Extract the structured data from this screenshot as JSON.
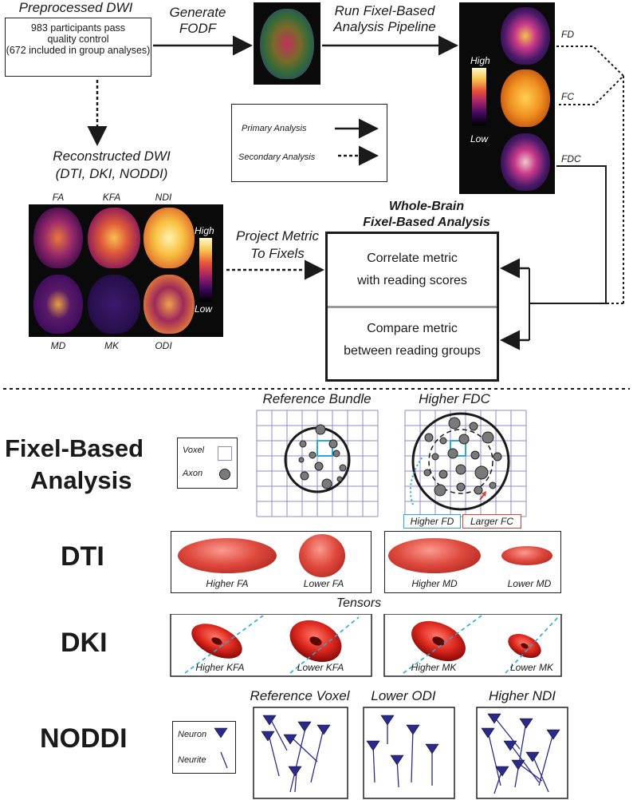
{
  "top": {
    "preprocessed_title": "Preprocessed DWI",
    "preprocessed_lines": [
      "983 participants pass",
      "quality control",
      "(672 included in group analyses)"
    ],
    "generate_fodf": [
      "Generate",
      "FODF"
    ],
    "run_pipeline": [
      "Run Fixel-Based",
      "Analysis Pipeline"
    ],
    "fixel_labels": [
      "FD",
      "FC",
      "FDC"
    ],
    "colorbar": {
      "high": "High",
      "low": "Low"
    },
    "legend": {
      "primary": "Primary Analysis",
      "secondary": "Secondary Analysis"
    },
    "reconstructed": [
      "Reconstructed DWI",
      "(DTI, DKI, NODDI)"
    ],
    "metric_labels_top": [
      "FA",
      "KFA",
      "NDI"
    ],
    "metric_labels_bottom": [
      "MD",
      "MK",
      "ODI"
    ],
    "project_metric": [
      "Project Metric",
      "To Fixels"
    ],
    "whole_brain": [
      "Whole-Brain",
      "Fixel-Based Analysis"
    ],
    "correlate": [
      "Correlate metric",
      "with reading scores"
    ],
    "compare": [
      "Compare metric",
      "between reading groups"
    ]
  },
  "bottom": {
    "fba_title": [
      "Fixel-Based",
      "Analysis"
    ],
    "voxel_legend": {
      "voxel": "Voxel",
      "axon": "Axon"
    },
    "reference_bundle": "Reference Bundle",
    "higher_fdc": "Higher FDC",
    "higher_fd": "Higher FD",
    "larger_fc": "Larger FC",
    "dti_title": "DTI",
    "dti_labels": [
      "Higher FA",
      "Lower FA",
      "Higher MD",
      "Lower MD"
    ],
    "tensors": "Tensors",
    "dki_title": "DKI",
    "dki_labels": [
      "Higher KFA",
      "Lower KFA",
      "Higher MK",
      "Lower MK"
    ],
    "noddi_title": "NODDI",
    "noddi_legend": {
      "neuron": "Neuron",
      "neurite": "Neurite"
    },
    "noddi_headers": [
      "Reference Voxel",
      "Lower ODI",
      "Higher NDI"
    ]
  },
  "colors": {
    "accent_blue": "#29a9d6",
    "accent_red": "#d8413a",
    "neuron": "#2a2a8c",
    "grid": "#8f88c8"
  }
}
